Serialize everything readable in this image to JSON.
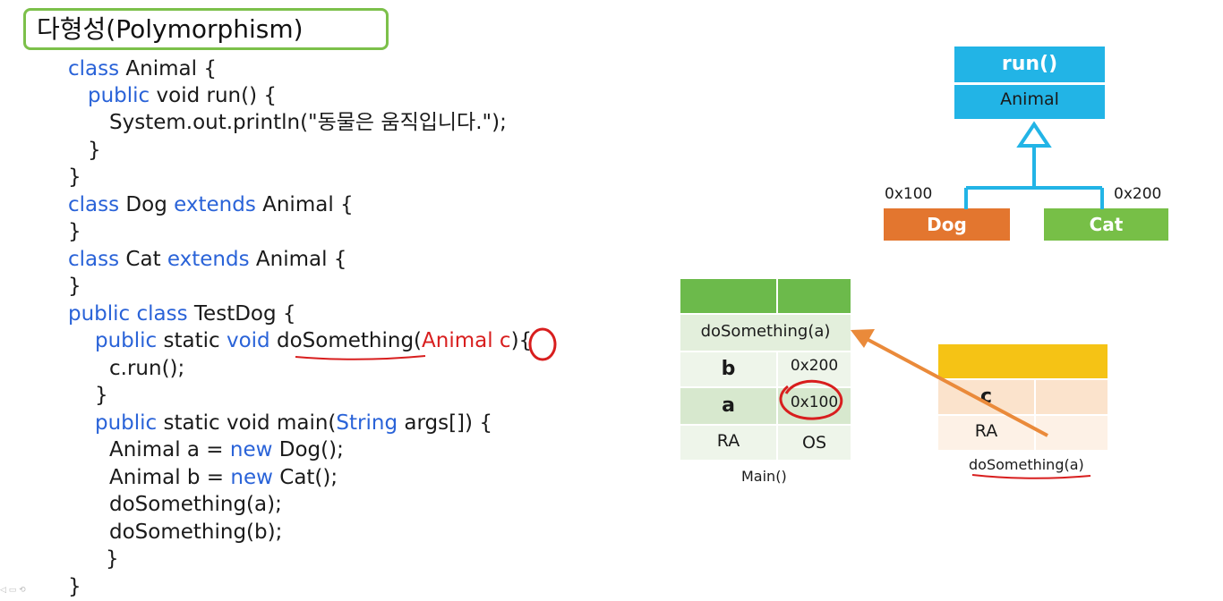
{
  "title": "다형성(Polymorphism)",
  "code": {
    "l1": {
      "kw": "class",
      "rest": " Animal {"
    },
    "l2": {
      "kw": "public",
      "mid": " void run() {"
    },
    "l3": {
      "text": "System.out.println(\"동물은 움직입니다.\");"
    },
    "l4": {
      "text": "}"
    },
    "l5": {
      "text": "}"
    },
    "l6": {
      "kw": "class",
      "mid": " Dog ",
      "kw2": "extends",
      "rest": " Animal {"
    },
    "l7": {
      "text": "}"
    },
    "l8": {
      "kw": "class",
      "mid": " Cat ",
      "kw2": "extends",
      "rest": " Animal {"
    },
    "l9": {
      "text": "}"
    },
    "l10": {
      "kw": "public class",
      "rest": " TestDog {"
    },
    "l11": {
      "kw": "public",
      "mid": " static ",
      "kw2": "void",
      "fn": " doSomething(",
      "red": "Animal c",
      "rest": "){"
    },
    "l12": {
      "text": "c.run();"
    },
    "l13": {
      "text": "}"
    },
    "l14": {
      "kw": "public",
      "mid": " static void main(",
      "kw2": "String",
      "rest": " args[]) {"
    },
    "l15": {
      "pre": "Animal a = ",
      "kw": "new",
      "rest": " Dog();"
    },
    "l16": {
      "pre": "Animal b = ",
      "kw": "new",
      "rest": " Cat();"
    },
    "l17": {
      "text": "doSomething(a);"
    },
    "l18": {
      "text": "doSomething(b);"
    },
    "l19": {
      "text": "}"
    },
    "l20": {
      "text": "}"
    }
  },
  "uml": {
    "method": "run()",
    "class_name": "Animal",
    "dog_addr": "0x100",
    "cat_addr": "0x200",
    "dog": "Dog",
    "cat": "Cat"
  },
  "main_stack": {
    "frame_call": "doSomething(a)",
    "rows": [
      {
        "name": "b",
        "value": "0x200"
      },
      {
        "name": "a",
        "value": "0x100"
      },
      {
        "name": "RA",
        "value": "OS"
      }
    ],
    "caption": "Main()"
  },
  "ds_stack": {
    "var": "c",
    "ra": "RA",
    "caption": "doSomething(a)"
  },
  "colors": {
    "keyword": "#2a63d8",
    "annotation": "#d81e1e",
    "uml_blue": "#22b4e6",
    "dog_orange": "#e3762f",
    "cat_green": "#77bf47",
    "stack_green": "#6cba4b",
    "stack_yellow": "#f5c315",
    "arrow": "#ea8a3a"
  }
}
